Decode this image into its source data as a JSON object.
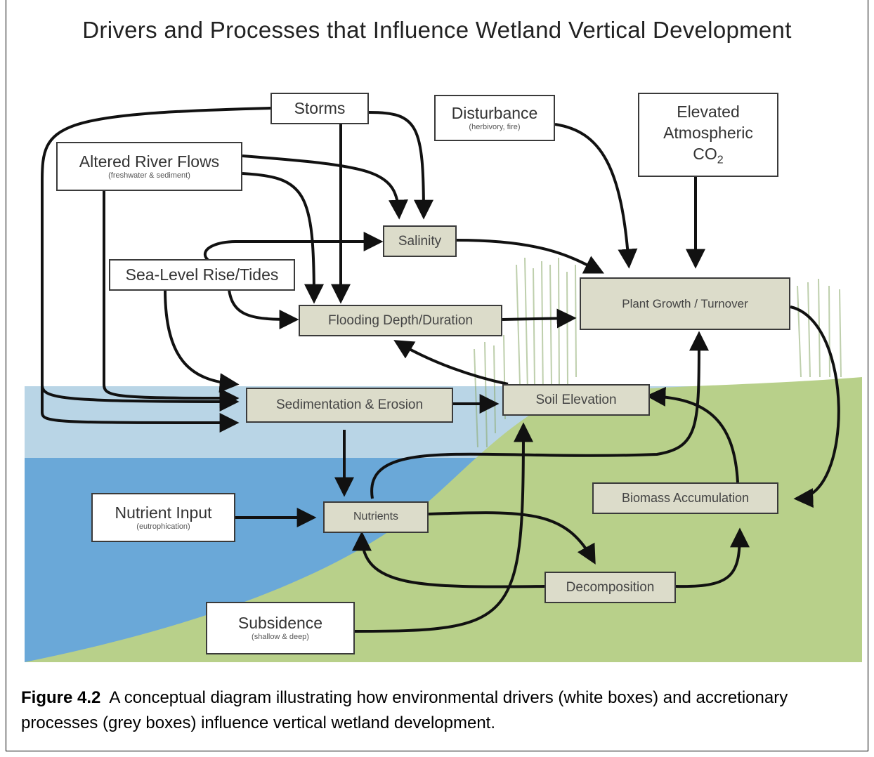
{
  "title": "Drivers and Processes that Influence Wetland Vertical Development",
  "drivers": {
    "storms": {
      "label": "Storms"
    },
    "disturbance": {
      "label": "Disturbance",
      "sub": "(herbivory, fire)"
    },
    "co2": {
      "label_line1": "Elevated",
      "label_line2": "Atmospheric",
      "label_line3": "CO",
      "label_sub": "2"
    },
    "river": {
      "label": "Altered River Flows",
      "sub": "(freshwater & sediment)"
    },
    "sealevel": {
      "label": "Sea-Level Rise/Tides"
    },
    "nutrient_input": {
      "label": "Nutrient Input",
      "sub": "(eutrophication)"
    },
    "subsidence": {
      "label": "Subsidence",
      "sub": "(shallow & deep)"
    }
  },
  "processes": {
    "salinity": "Salinity",
    "plant_growth": "Plant Growth / Turnover",
    "flooding": "Flooding Depth/Duration",
    "sedimentation": "Sedimentation & Erosion",
    "soil_elevation": "Soil Elevation",
    "nutrients": "Nutrients",
    "biomass": "Biomass Accumulation",
    "decomposition": "Decomposition"
  },
  "colors": {
    "water_light": "#b9d5e6",
    "water_dark": "#6aa8d8",
    "land": "#b8d08a",
    "process_fill": "#dcdcca",
    "arrow": "#111111"
  },
  "caption": {
    "label": "Figure 4.2",
    "text": "A conceptual diagram illustrating how environmental drivers (white boxes) and accretionary processes (grey boxes) influence vertical wetland development."
  }
}
